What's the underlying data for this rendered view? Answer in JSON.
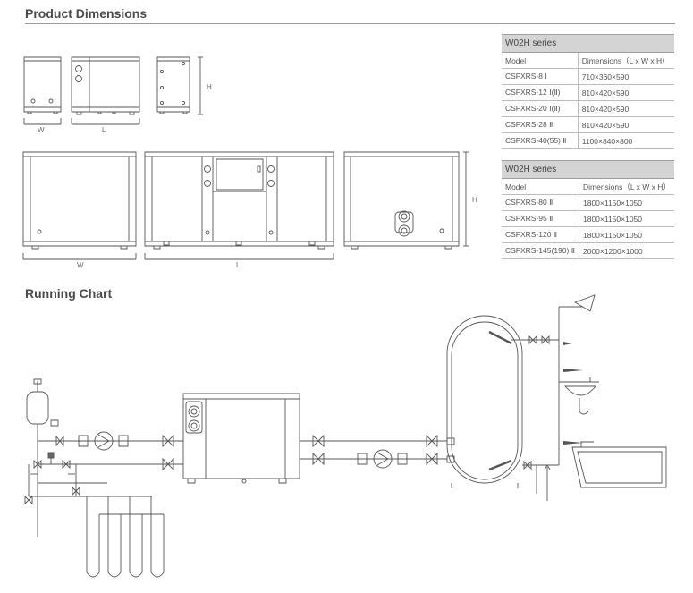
{
  "headings": {
    "product_dimensions": "Product Dimensions",
    "running_chart": "Running Chart"
  },
  "dimension_labels": {
    "w": "W",
    "l": "L",
    "h": "H"
  },
  "tables": [
    {
      "title": "W02H series",
      "header": [
        "Model",
        "Dimensions（L x W x H）"
      ],
      "rows": [
        [
          "CSFXRS-8 Ⅰ",
          "710×360×590"
        ],
        [
          "CSFXRS-12 Ⅰ(Ⅱ)",
          "810×420×590"
        ],
        [
          "CSFXRS-20 Ⅰ(Ⅱ)",
          "810×420×590"
        ],
        [
          "CSFXRS-28 Ⅱ",
          "810×420×590"
        ],
        [
          "CSFXRS-40(55) Ⅱ",
          "1100×840×800"
        ]
      ]
    },
    {
      "title": "W02H series",
      "header": [
        "Model",
        "Dimensions（L x W x H）"
      ],
      "rows": [
        [
          "CSFXRS-80 Ⅱ",
          "1800×1150×1050"
        ],
        [
          "CSFXRS-95 Ⅱ",
          "1800×1150×1050"
        ],
        [
          "CSFXRS-120 Ⅱ",
          "1800×1150×1050"
        ],
        [
          "CSFXRS-145(190) Ⅱ",
          "2000×1200×1000"
        ]
      ]
    }
  ]
}
